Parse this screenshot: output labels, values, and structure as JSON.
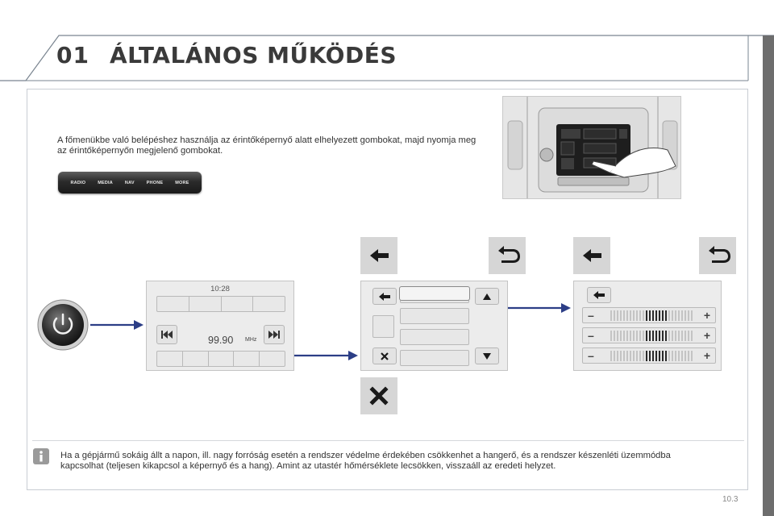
{
  "header": {
    "chapter_number": "01",
    "title": "ÁLTALÁNOS MŰKÖDÉS"
  },
  "intro_text": "A főmenükbe való belépéshez használja az érintőképernyő alatt elhelyezett gombokat, majd nyomja meg az érintőképernyőn megjelenő gombokat.",
  "button_strip": {
    "buttons": [
      "RADIO",
      "MEDIA",
      "NAV",
      "PHONE",
      "MORE"
    ]
  },
  "icons": {
    "top_row": [
      "back-arrow-icon",
      "return-icon",
      "back-arrow-icon",
      "return-icon"
    ],
    "close": "close-icon"
  },
  "screen_radio": {
    "time": "10:28",
    "frequency": "99.90",
    "unit": "MHz"
  },
  "screen_volume": {
    "rows": [
      {
        "minus": "–",
        "plus": "+",
        "level": 0.5
      },
      {
        "minus": "–",
        "plus": "+",
        "level": 0.5
      },
      {
        "minus": "–",
        "plus": "+",
        "level": 0.5
      }
    ]
  },
  "note_text": "Ha a gépjármű sokáig állt a napon, ill. nagy forróság esetén a rendszer védelme érdekében csökkenhet a hangerő, és a rendszer készenléti üzemmódba kapcsolhat (teljesen kikapcsol a képernyő és a hang). Amint az utastér hőmérséklete lecsökken, visszaáll az eredeti helyzet.",
  "page_number": "10.3",
  "colors": {
    "header_text": "#3a3a3a",
    "arrow_blue": "#2c3e86",
    "side_bar": "#6d6d6d"
  }
}
